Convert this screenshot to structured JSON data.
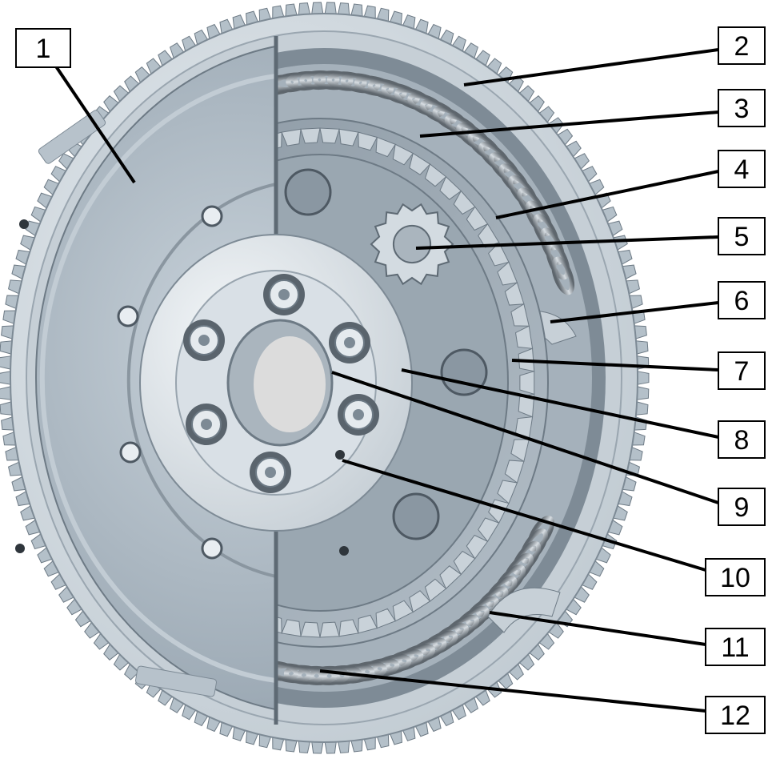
{
  "callouts": [
    {
      "id": "1",
      "label": "1"
    },
    {
      "id": "2",
      "label": "2"
    },
    {
      "id": "3",
      "label": "3"
    },
    {
      "id": "4",
      "label": "4"
    },
    {
      "id": "5",
      "label": "5"
    },
    {
      "id": "6",
      "label": "6"
    },
    {
      "id": "7",
      "label": "7"
    },
    {
      "id": "8",
      "label": "8"
    },
    {
      "id": "9",
      "label": "9"
    },
    {
      "id": "10",
      "label": "10"
    },
    {
      "id": "11",
      "label": "11"
    },
    {
      "id": "12",
      "label": "12"
    }
  ],
  "colors": {
    "metal_light": "#dfe6ec",
    "metal_mid": "#aab6c0",
    "metal_dark": "#6d7a85",
    "shadow": "#3e4650",
    "spring": "#8d959c",
    "bore": "#dcdcdc",
    "leader": "#000000"
  }
}
